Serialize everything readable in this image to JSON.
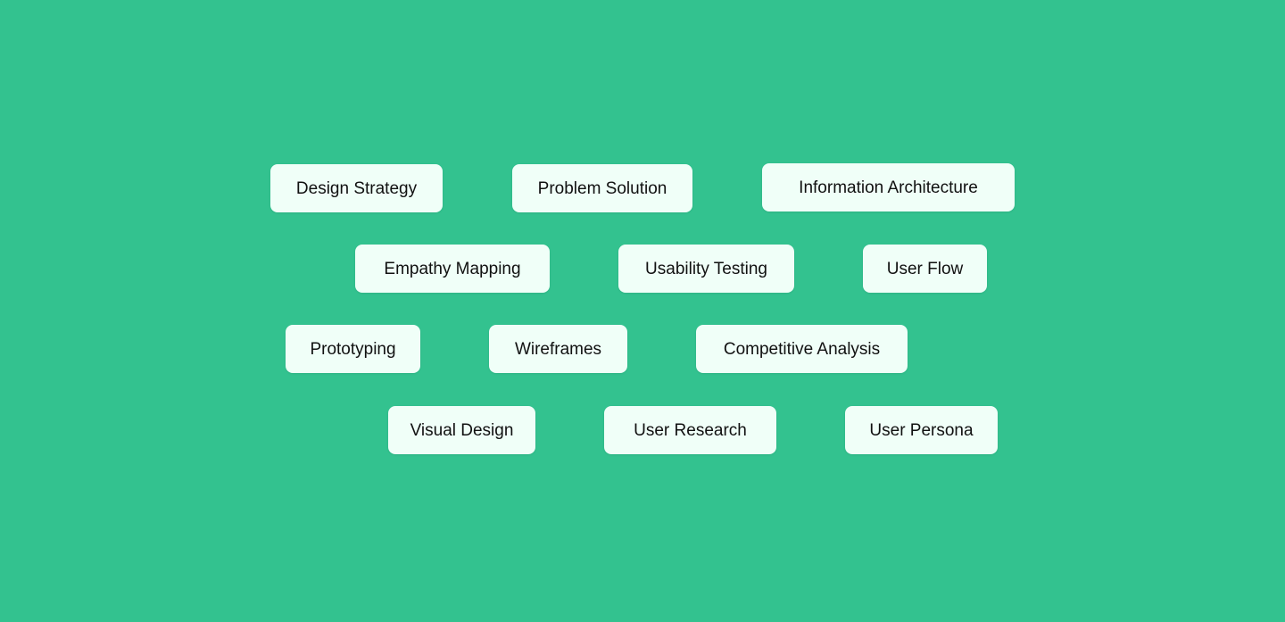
{
  "background_color": "#33c28f",
  "tag_background_color": "#f0fff8",
  "tag_text_color": "#111111",
  "tags": [
    {
      "label": "Design Strategy"
    },
    {
      "label": "Problem Solution"
    },
    {
      "label": "Information Architecture"
    },
    {
      "label": "Empathy Mapping"
    },
    {
      "label": "Usability Testing"
    },
    {
      "label": "User Flow"
    },
    {
      "label": "Prototyping"
    },
    {
      "label": "Wireframes"
    },
    {
      "label": "Competitive Analysis"
    },
    {
      "label": "Visual Design"
    },
    {
      "label": "User Research"
    },
    {
      "label": "User Persona"
    }
  ]
}
